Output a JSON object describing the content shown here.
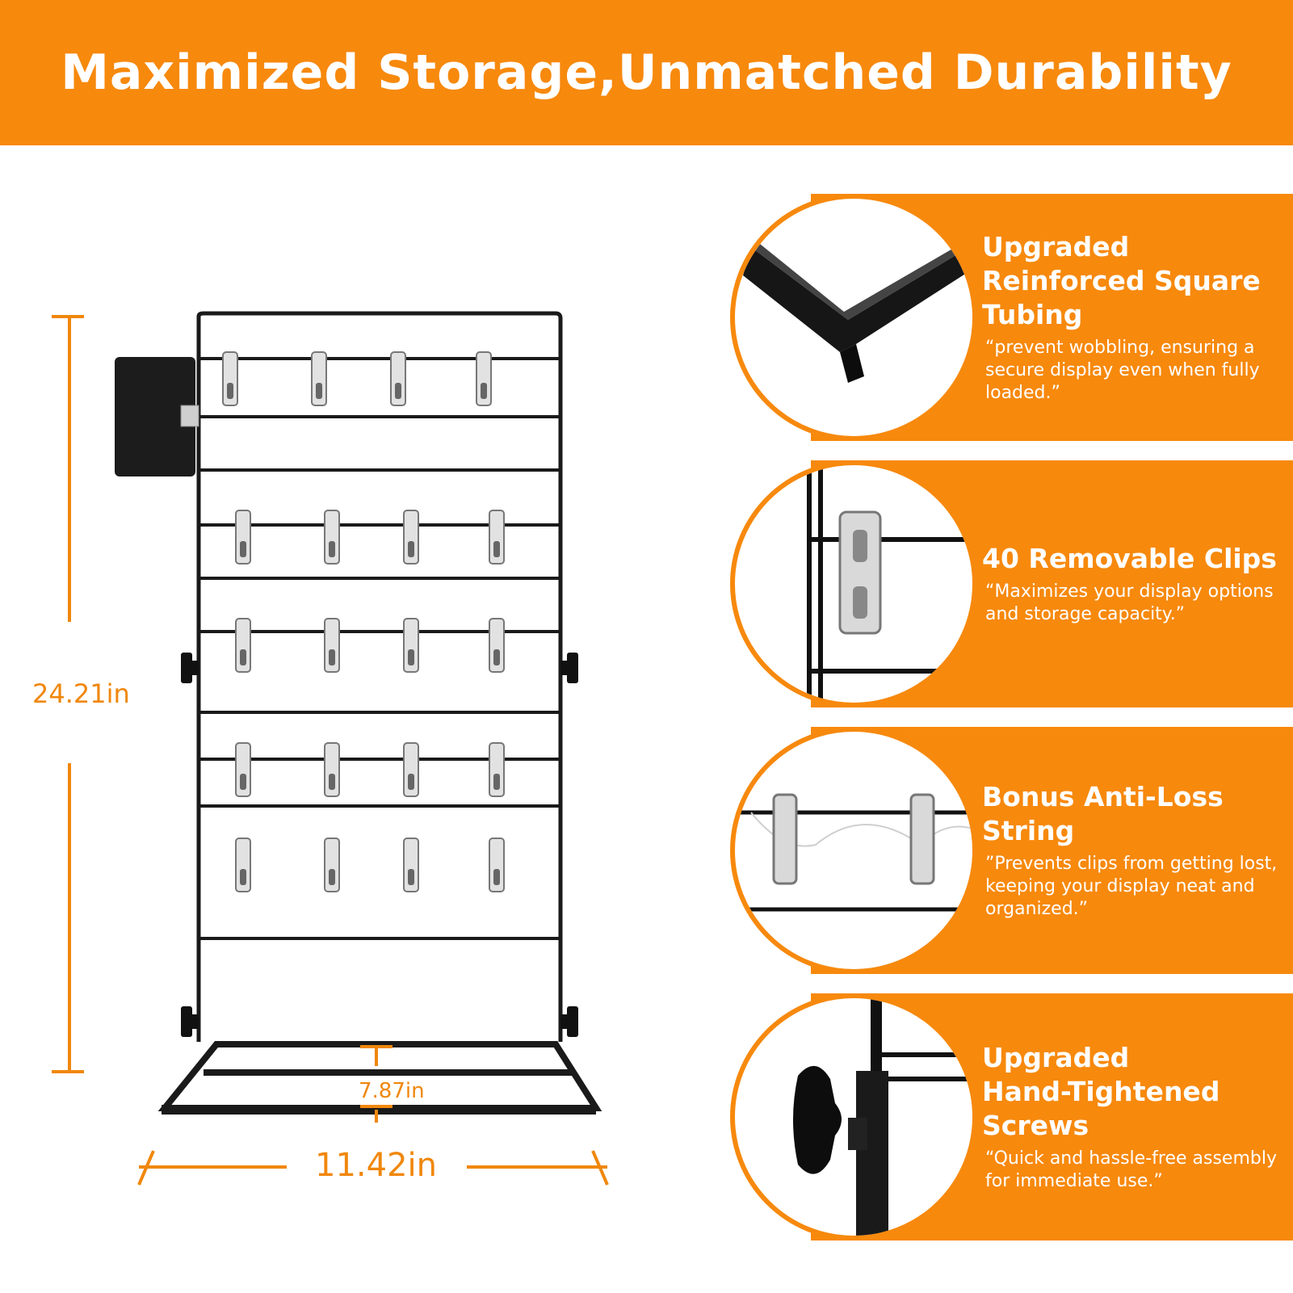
{
  "banner": {
    "title": "Maximized Storage,Unmatched Durability"
  },
  "dimensions": {
    "height": "24.21in",
    "width": "11.42in",
    "depth": "7.87in"
  },
  "features": [
    {
      "title": "Upgraded Reinforced Square Tubing",
      "description": "“prevent wobbling, ensuring a\n secure display even when fully\n loaded.”",
      "icon": "square-tubing-closeup"
    },
    {
      "title": "40 Removable Clips",
      "description": "“Maximizes your display options\n and storage capacity.”",
      "icon": "clip-closeup"
    },
    {
      "title": "Bonus Anti-Loss String",
      "description": "”Prevents clips from getting lost,\n keeping your display neat and\n organized.”",
      "icon": "string-closeup"
    },
    {
      "title": "Upgraded\nHand-Tightened Screws",
      "description": "“Quick and hassle-free assembly\n for immediate use.”",
      "icon": "screw-closeup"
    }
  ],
  "colors": {
    "accent": "#f7890d",
    "frame": "#1a1a1a"
  }
}
